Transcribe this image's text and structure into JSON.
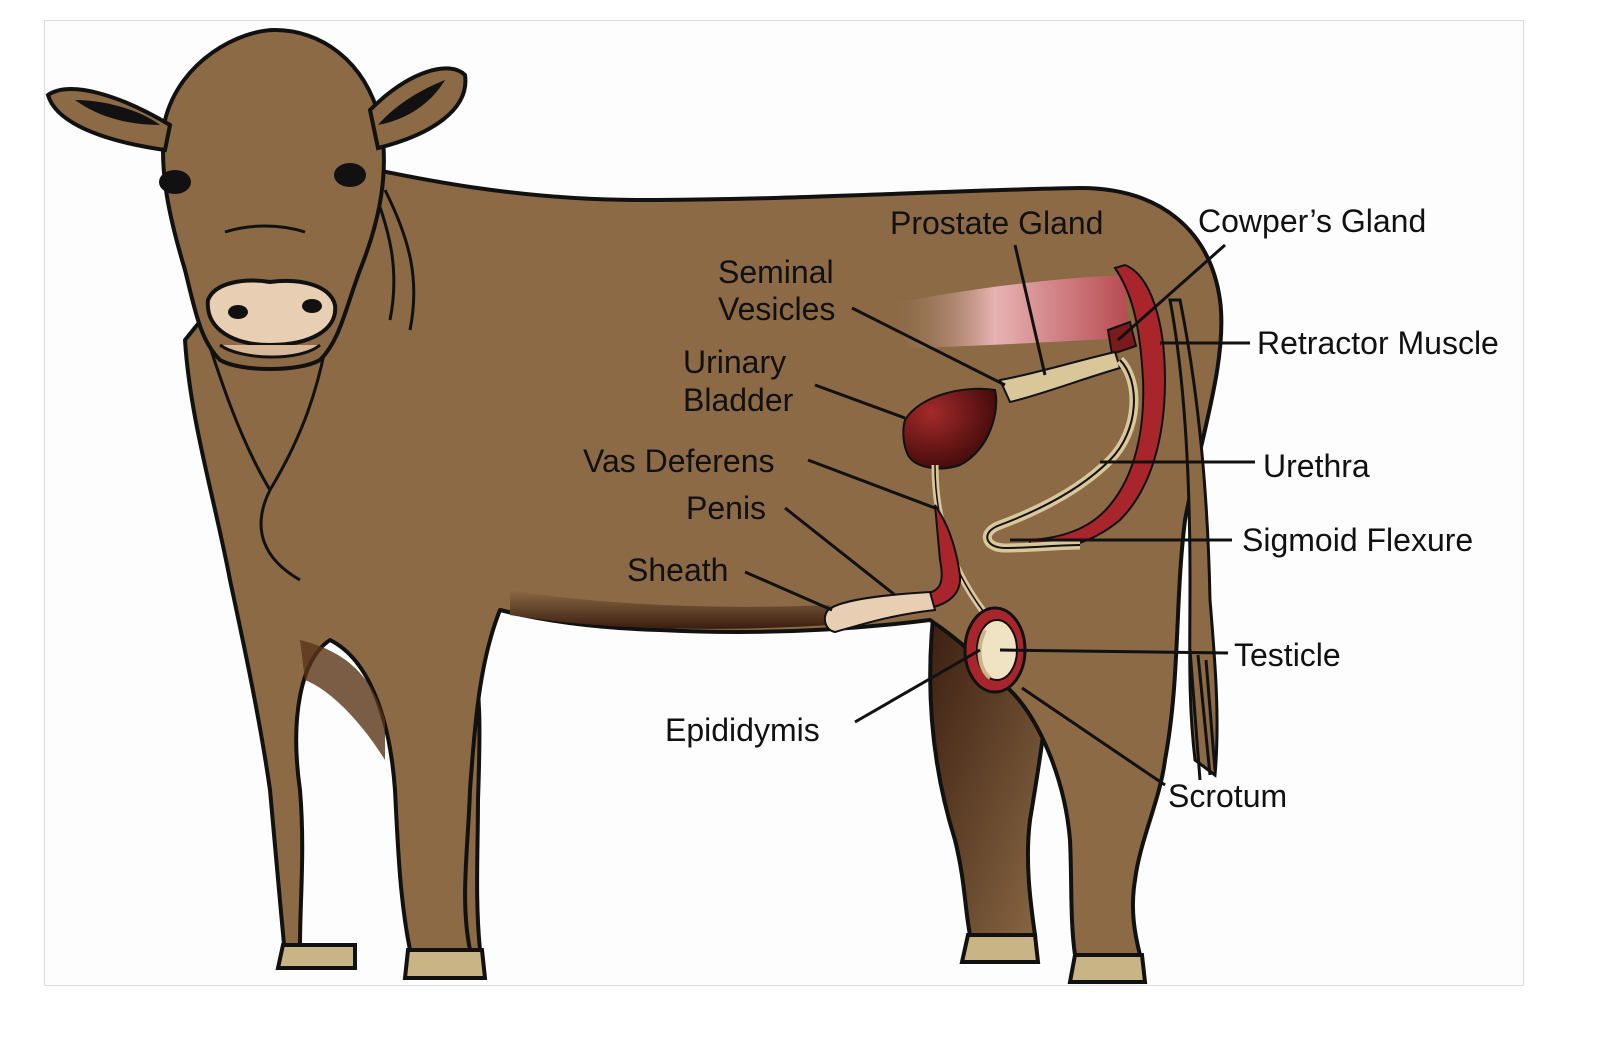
{
  "labels": {
    "prostate_gland": "Prostate Gland",
    "cowpers_gland": "Cowper’s Gland",
    "seminal_vesicles_1": "Seminal",
    "seminal_vesicles_2": "Vesicles",
    "retractor_muscle": "Retractor Muscle",
    "urinary_bladder_1": "Urinary",
    "urinary_bladder_2": "Bladder",
    "vas_deferens": "Vas Deferens",
    "urethra": "Urethra",
    "penis": "Penis",
    "sigmoid_flexure": "Sigmoid Flexure",
    "sheath": "Sheath",
    "testicle": "Testicle",
    "epididymis": "Epididymis",
    "scrotum": "Scrotum"
  },
  "colors": {
    "hide": "#8b6a45",
    "outline": "#111111",
    "hoof": "#c9b485",
    "organ_dark": "#7a1a1a",
    "organ_red": "#a8262b",
    "gland_tan": "#d9c79a",
    "muzzle": "#e8cfb4"
  }
}
